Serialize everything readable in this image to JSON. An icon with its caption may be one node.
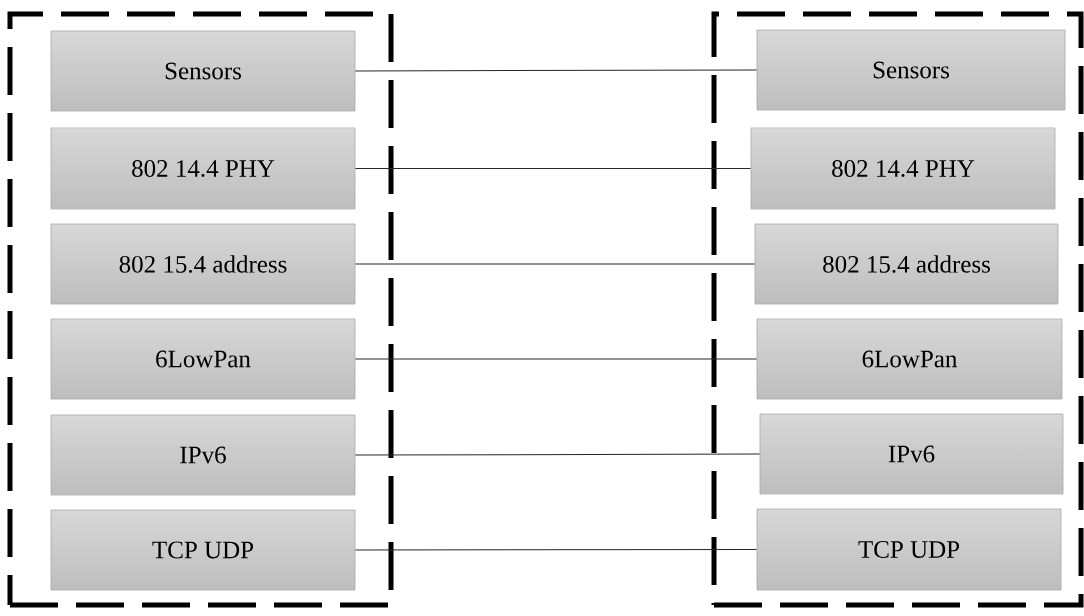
{
  "diagram": {
    "nodes": [
      {
        "text": [],
        "shape": "box"
      },
      {
        "text": [
          "Sensors"
        ],
        "in": 0
      },
      {
        "text": [
          "802 14.4 PHY"
        ],
        "in": 0
      },
      {
        "text": [
          "802 15.4 address"
        ],
        "in": 0
      },
      {
        "text": [
          "6LowPan"
        ],
        "in": 0
      },
      {
        "text": [
          "IPv6"
        ],
        "in": 0
      },
      {
        "text": [
          "TCP UDP"
        ],
        "in": 0
      },
      {
        "text": [],
        "shape": "box"
      },
      {
        "text": [
          "Sensors"
        ],
        "in": 7
      },
      {
        "text": [
          "802 14.4 PHY"
        ],
        "in": 7
      },
      {
        "text": [
          "802 15.4 address"
        ],
        "in": 7
      },
      {
        "text": [
          "6LowPan"
        ],
        "in": 7
      },
      {
        "text": [
          "IPv6"
        ],
        "in": 7
      },
      {
        "text": [
          "TCP UDP"
        ],
        "in": 7
      }
    ],
    "edges": [
      {
        "from": 1,
        "to": 8,
        "arrow": "none"
      },
      {
        "from": 2,
        "to": 9,
        "arrow": "none"
      },
      {
        "from": 3,
        "to": 10,
        "arrow": "none"
      },
      {
        "from": 4,
        "to": 11,
        "arrow": "none"
      },
      {
        "from": 5,
        "to": 12,
        "arrow": "none"
      },
      {
        "from": 6,
        "to": 13,
        "arrow": "none"
      }
    ]
  }
}
